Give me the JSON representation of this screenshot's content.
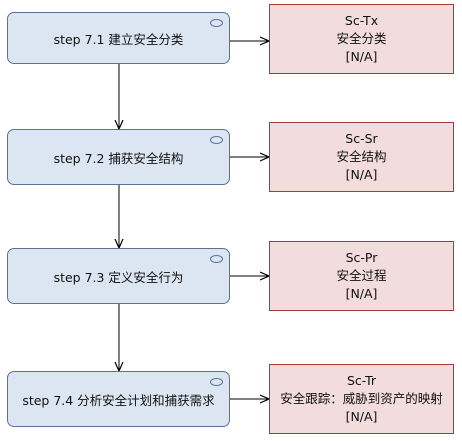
{
  "steps": [
    {
      "label": "step 7.1  建立安全分类"
    },
    {
      "label": "step 7.2  捕获安全结构"
    },
    {
      "label": "step 7.3  定义安全行为"
    },
    {
      "label": "step 7.4  分析安全计划和捕获需求"
    }
  ],
  "outputs": [
    {
      "code": "Sc-Tx",
      "name": "安全分类",
      "status": "[N/A]"
    },
    {
      "code": "Sc-Sr",
      "name": "安全结构",
      "status": "[N/A]"
    },
    {
      "code": "Sc-Pr",
      "name": "安全过程",
      "status": "[N/A]"
    },
    {
      "code": "Sc-Tr",
      "name": "安全跟踪：威胁到资产的映射",
      "status": "[N/A]"
    }
  ],
  "colors": {
    "step_fill": "#dce6f2",
    "step_border": "#5a7394",
    "output_fill": "#f2dcdc",
    "output_border": "#a33b3b",
    "arrow": "#000000"
  }
}
